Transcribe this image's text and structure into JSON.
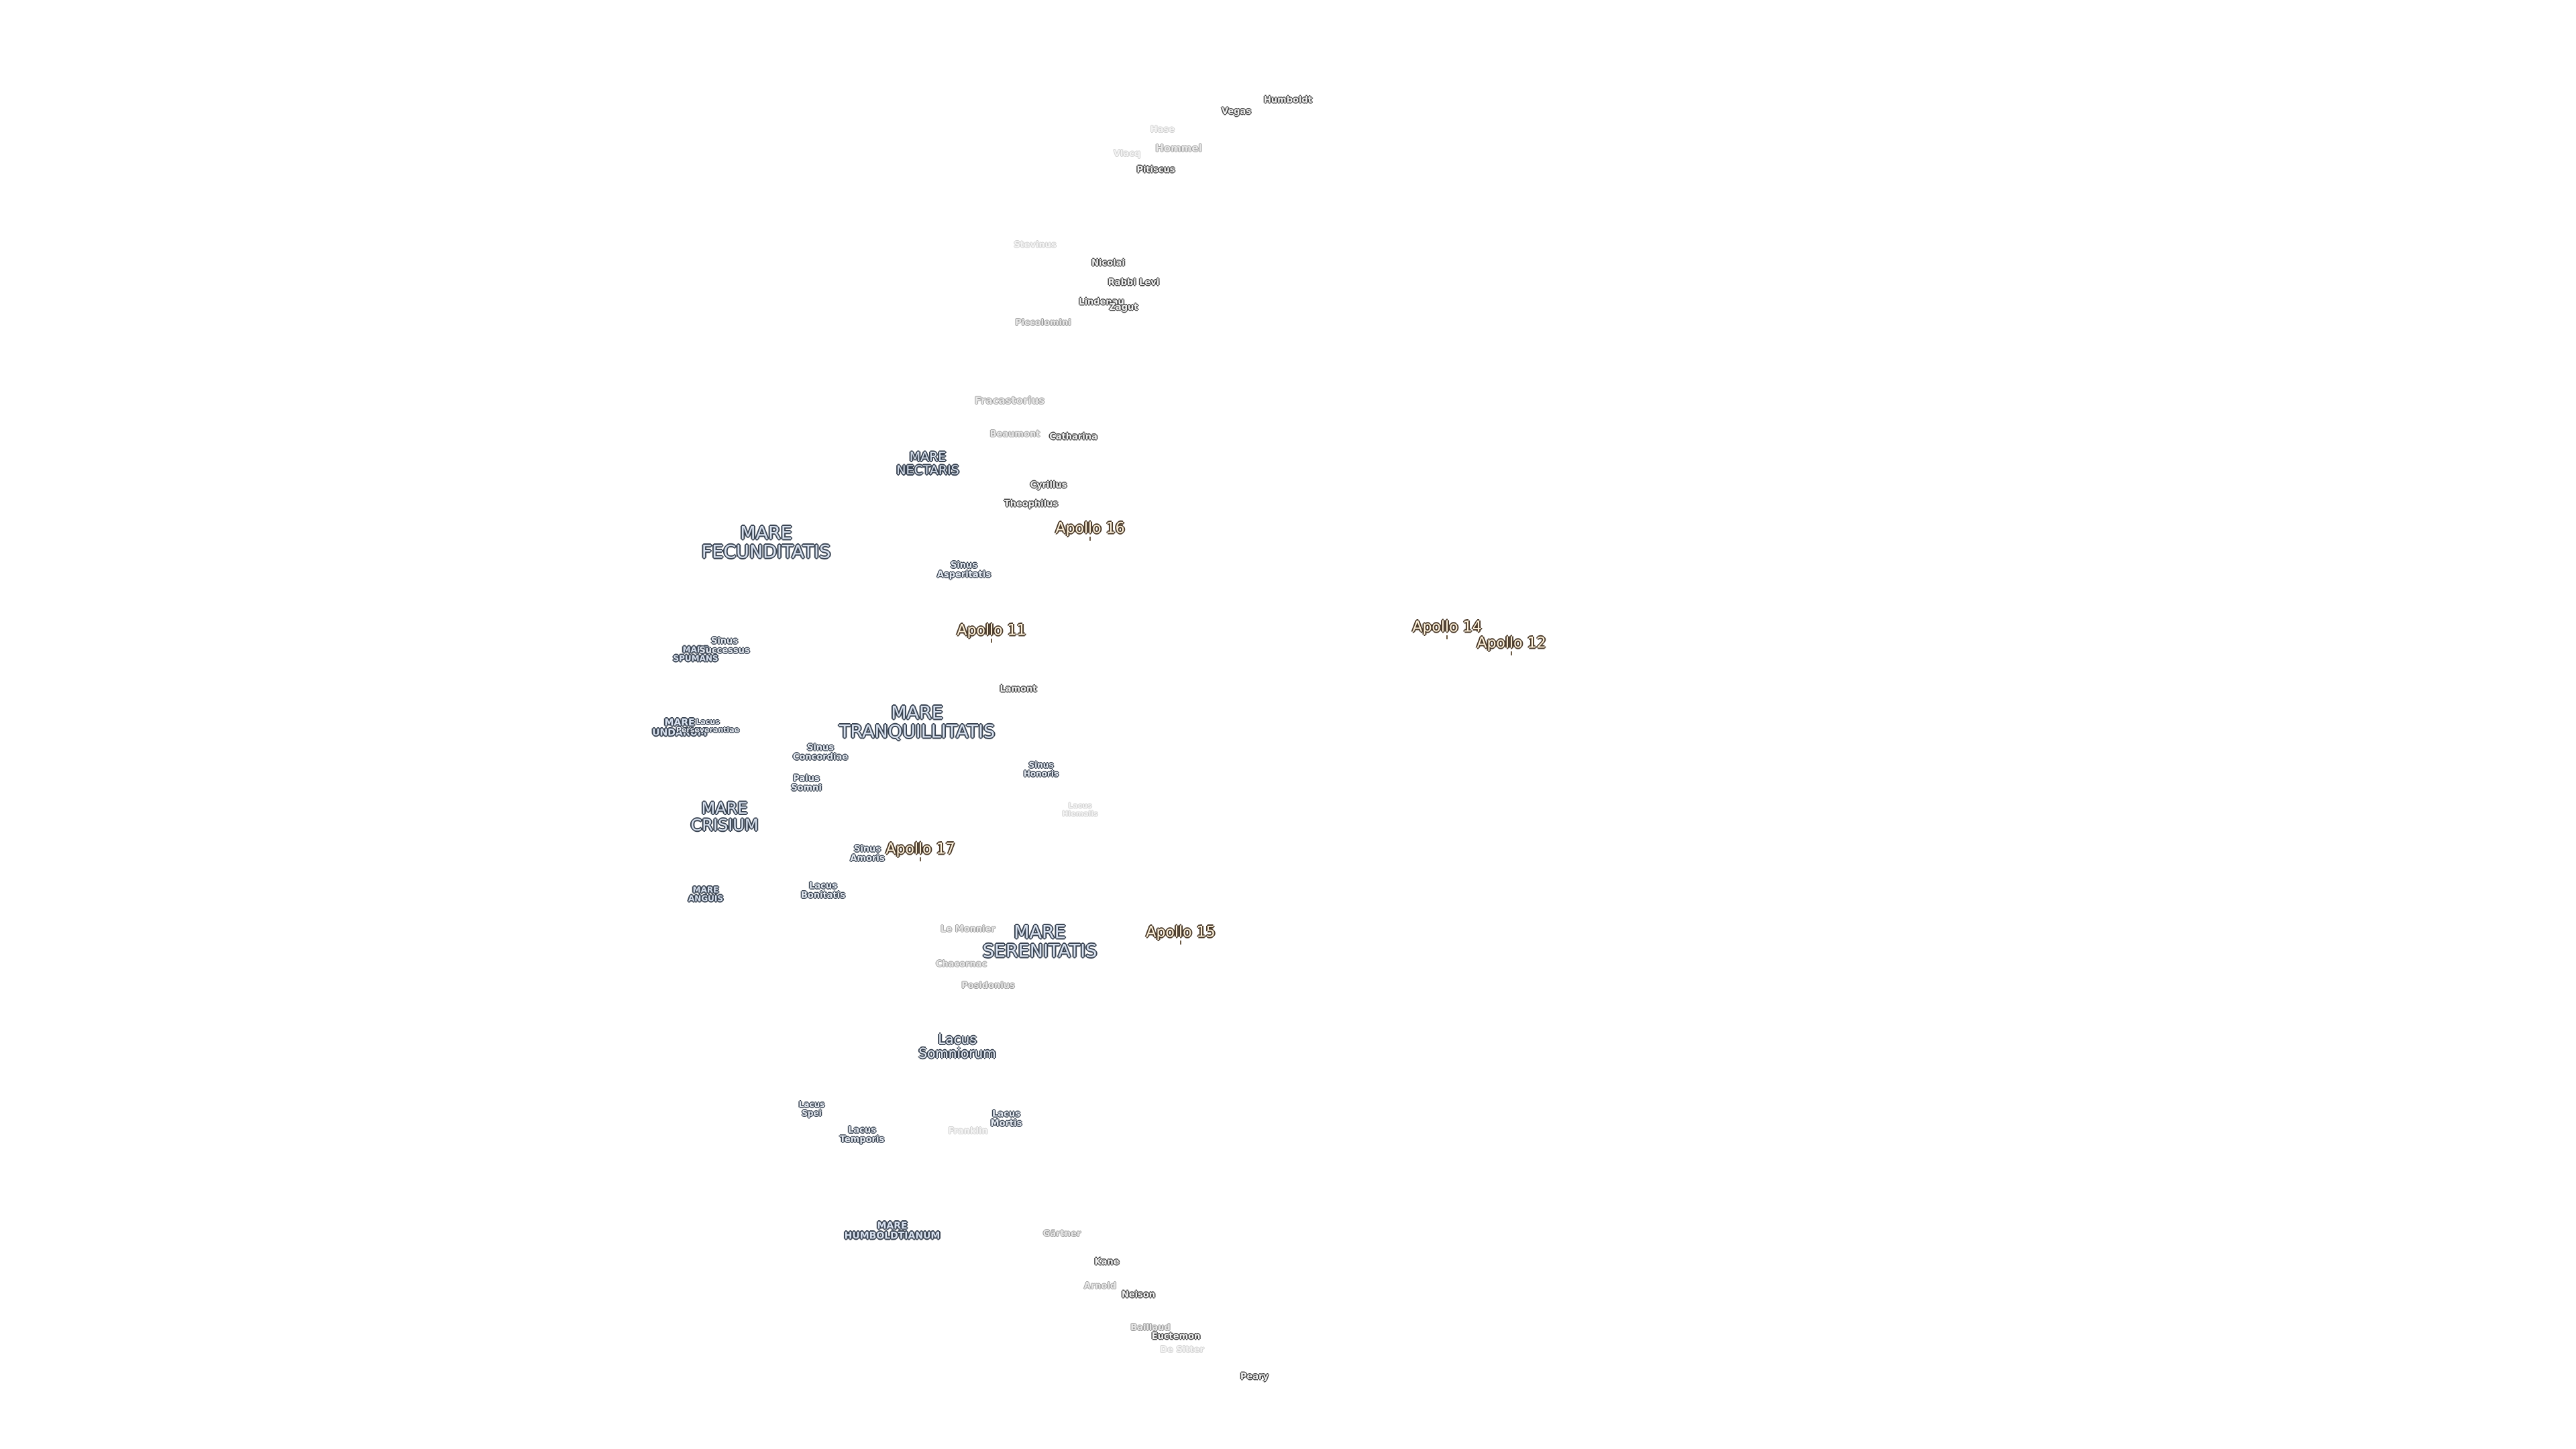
{
  "map": {
    "maria": [
      {
        "id": "mare-nectaris",
        "label": "MARE\nNECTARIS"
      },
      {
        "id": "mare-fecunditatis",
        "label": "MARE\nFECUNDITATIS"
      },
      {
        "id": "mare-spumans",
        "label": "MARE\nSPUMANS"
      },
      {
        "id": "mare-undarum",
        "label": "MARE\nUNDARUM"
      },
      {
        "id": "mare-tranquillitatis",
        "label": "MARE\nTRANQUILLITATIS"
      },
      {
        "id": "mare-crisium",
        "label": "MARE\nCRISIUM"
      },
      {
        "id": "mare-anguis",
        "label": "MARE\nANGUIS"
      },
      {
        "id": "mare-serenitatis",
        "label": "MARE\nSERENITATIS"
      },
      {
        "id": "mare-humboldtianum",
        "label": "MARE\nHUMBOLDTIANUM"
      }
    ],
    "lakes_and_bays": [
      {
        "id": "sinus-asperitatis",
        "label": "Sinus\nAsperitatis"
      },
      {
        "id": "sinus-successus",
        "label": "Sinus\nSuccessus"
      },
      {
        "id": "lacus-perseverantiae",
        "label": "Lacus\nPerseverantiae"
      },
      {
        "id": "sinus-concordiae",
        "label": "Sinus\nConcordiae"
      },
      {
        "id": "palus-somni",
        "label": "Palus\nSomni"
      },
      {
        "id": "sinus-honoris",
        "label": "Sinus\nHonoris"
      },
      {
        "id": "lacus-hiemalis",
        "label": "Lacus\nHiemalis"
      },
      {
        "id": "sinus-amoris",
        "label": "Sinus\nAmoris"
      },
      {
        "id": "lacus-bonitatis",
        "label": "Lacus\nBonitatis"
      },
      {
        "id": "lacus-somniorum",
        "label": "Lacus\nSomniorum"
      },
      {
        "id": "lacus-spei",
        "label": "Lacus\nSpei"
      },
      {
        "id": "lacus-temporis",
        "label": "Lacus\nTemporis"
      },
      {
        "id": "lacus-mortis",
        "label": "Lacus\nMortis"
      }
    ],
    "craters": [
      {
        "id": "humboldt",
        "label": "Humboldt",
        "style": "normal"
      },
      {
        "id": "vegas",
        "label": "Vegas",
        "style": "normal"
      },
      {
        "id": "hase",
        "label": "Hase",
        "style": "ghost"
      },
      {
        "id": "hommel",
        "label": "Hommel",
        "style": "faint"
      },
      {
        "id": "vlacq",
        "label": "Vlacq",
        "style": "ghost"
      },
      {
        "id": "pitiscus",
        "label": "Pitiscus",
        "style": "normal"
      },
      {
        "id": "stevinus",
        "label": "Stevinus",
        "style": "ghost"
      },
      {
        "id": "nicolai",
        "label": "Nicolai",
        "style": "normal"
      },
      {
        "id": "rabbi-levi",
        "label": "Rabbi Levi",
        "style": "normal"
      },
      {
        "id": "lindenau",
        "label": "Lindenau",
        "style": "normal"
      },
      {
        "id": "zagut",
        "label": "Zagut",
        "style": "normal"
      },
      {
        "id": "piccolomini",
        "label": "Piccolomini",
        "style": "faint"
      },
      {
        "id": "fracastorius",
        "label": "Fracastorius",
        "style": "faint"
      },
      {
        "id": "beaumont",
        "label": "Beaumont",
        "style": "faint"
      },
      {
        "id": "catharina",
        "label": "Catharina",
        "style": "normal"
      },
      {
        "id": "cyrillus",
        "label": "Cyrillus",
        "style": "normal"
      },
      {
        "id": "theophilus",
        "label": "Theophilus",
        "style": "normal"
      },
      {
        "id": "lamont",
        "label": "Lamont",
        "style": "normal"
      },
      {
        "id": "le-monnier",
        "label": "Le Monnier",
        "style": "faint"
      },
      {
        "id": "chacornac",
        "label": "Chacornac",
        "style": "faint"
      },
      {
        "id": "posidonius",
        "label": "Posidonius",
        "style": "faint"
      },
      {
        "id": "franklin",
        "label": "Franklin",
        "style": "ghost"
      },
      {
        "id": "gartner",
        "label": "Gärtner",
        "style": "faint"
      },
      {
        "id": "kane",
        "label": "Kane",
        "style": "normal"
      },
      {
        "id": "arnold",
        "label": "Arnold",
        "style": "faint"
      },
      {
        "id": "neison",
        "label": "Neison",
        "style": "normal"
      },
      {
        "id": "baillaud",
        "label": "Baillaud",
        "style": "faint"
      },
      {
        "id": "euctemon",
        "label": "Euctemon",
        "style": "normal"
      },
      {
        "id": "de-sitter",
        "label": "De Sitter",
        "style": "ghost"
      },
      {
        "id": "peary",
        "label": "Peary",
        "style": "normal"
      }
    ],
    "apollo_sites": [
      {
        "id": "apollo-16",
        "label": "Apollo 16"
      },
      {
        "id": "apollo-11",
        "label": "Apollo 11"
      },
      {
        "id": "apollo-14",
        "label": "Apollo 14"
      },
      {
        "id": "apollo-12",
        "label": "Apollo 12"
      },
      {
        "id": "apollo-17",
        "label": "Apollo 17"
      },
      {
        "id": "apollo-15",
        "label": "Apollo 15"
      }
    ]
  }
}
